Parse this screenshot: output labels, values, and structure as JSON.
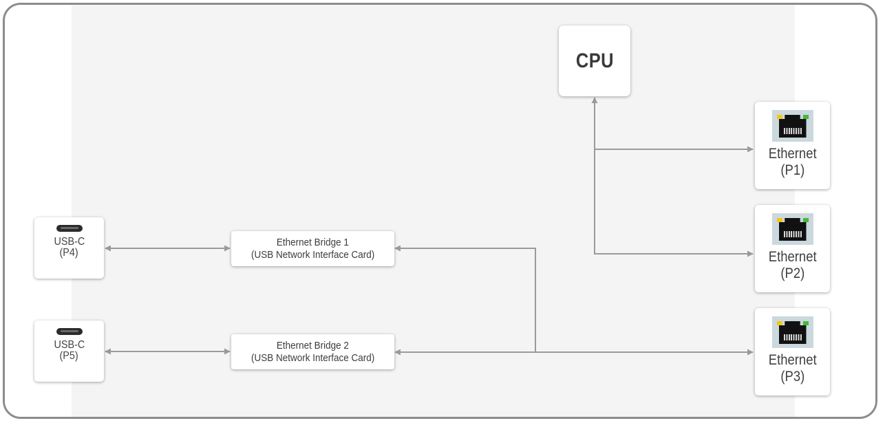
{
  "cpu": {
    "label": "CPU"
  },
  "ethernet_ports": [
    {
      "label": "Ethernet",
      "port": "(P1)"
    },
    {
      "label": "Ethernet",
      "port": "(P2)"
    },
    {
      "label": "Ethernet",
      "port": "(P3)"
    }
  ],
  "usb_ports": [
    {
      "label": "USB-C",
      "port": "(P4)"
    },
    {
      "label": "USB-C",
      "port": "(P5)"
    }
  ],
  "bridges": [
    {
      "line1": "Ethernet Bridge 1",
      "line2": "(USB Network Interface Card)"
    },
    {
      "line1": "Ethernet Bridge 2",
      "line2": "(USB Network Interface Card)"
    }
  ],
  "colors": {
    "frame_border": "#8c8c8c",
    "panel_background": "#f4f4f4",
    "connector_line": "#9a9a9a",
    "led_yellow": "#f3c61a",
    "led_green": "#48b83b"
  }
}
